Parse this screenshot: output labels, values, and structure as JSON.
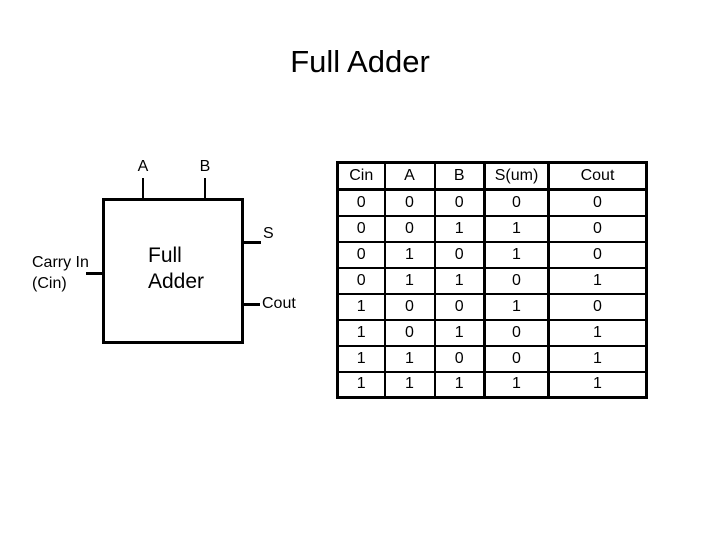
{
  "slide": {
    "title": "Full Adder",
    "background_color": "#ffffff",
    "text_color": "#000000",
    "line_color": "#000000"
  },
  "diagram": {
    "block_line1": "Full",
    "block_line2": "Adder",
    "input_a": "A",
    "input_b": "B",
    "carry_in_line1": "Carry In",
    "carry_in_line2": "(Cin)",
    "output_s": "S",
    "output_cout": "Cout"
  },
  "truth_table": {
    "headers": [
      "Cin",
      "A",
      "B",
      "S(um)",
      "Cout"
    ],
    "rows": [
      [
        "0",
        "0",
        "0",
        "0",
        "0"
      ],
      [
        "0",
        "0",
        "1",
        "1",
        "0"
      ],
      [
        "0",
        "1",
        "0",
        "1",
        "0"
      ],
      [
        "0",
        "1",
        "1",
        "0",
        "1"
      ],
      [
        "1",
        "0",
        "0",
        "1",
        "0"
      ],
      [
        "1",
        "0",
        "1",
        "0",
        "1"
      ],
      [
        "1",
        "1",
        "0",
        "0",
        "1"
      ],
      [
        "1",
        "1",
        "1",
        "1",
        "1"
      ]
    ]
  }
}
